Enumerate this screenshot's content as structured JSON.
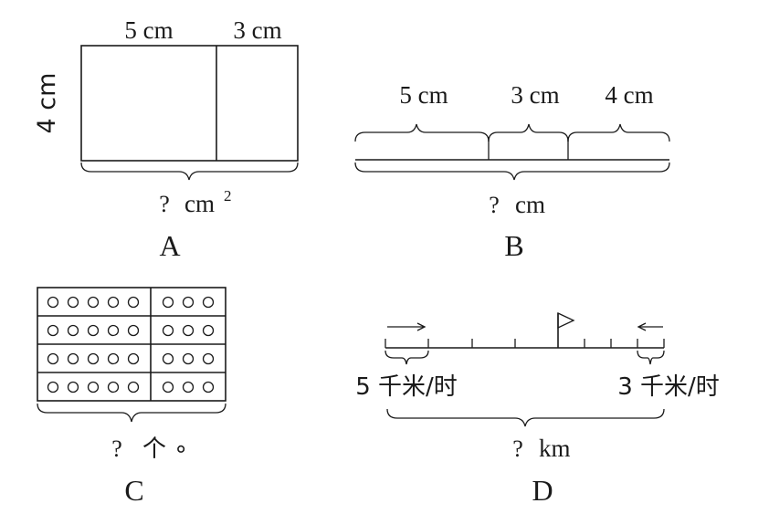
{
  "panel_a": {
    "top_left_label": "5 cm",
    "top_right_label": "3 cm",
    "side_label": "4 cm",
    "question": "?",
    "unit": "cm",
    "unit_exponent": "2",
    "letter": "A"
  },
  "panel_b": {
    "segment_labels": [
      "5 cm",
      "3 cm",
      "4 cm"
    ],
    "question": "?",
    "unit": "cm",
    "letter": "B"
  },
  "panel_c": {
    "rows": 4,
    "left_circles_per_row": 5,
    "right_circles_per_row": 3,
    "question": "?",
    "unit": "个",
    "unit_symbol": "∘",
    "letter": "C"
  },
  "panel_d": {
    "left_speed": "5 千米/时",
    "right_speed": "3 千米/时",
    "question": "?",
    "unit": "km",
    "letter": "D"
  }
}
